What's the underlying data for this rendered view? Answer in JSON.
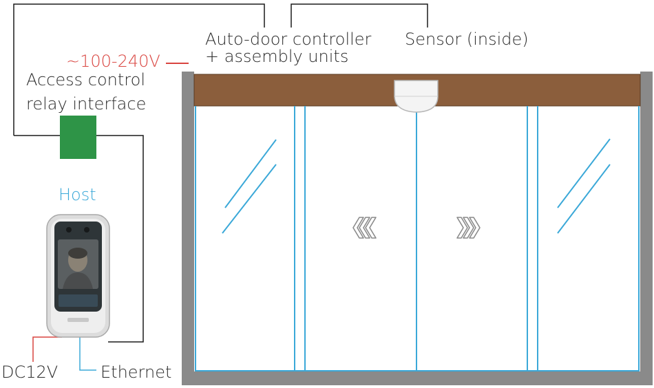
{
  "labels": {
    "auto_door_line1": "Auto-door controller",
    "auto_door_line2": "+ assembly units",
    "sensor": "Sensor (inside)",
    "voltage": "~100-240V",
    "access_line1": "Access control",
    "access_line2": "relay interface",
    "host": "Host",
    "dc": "DC12V",
    "ethernet": "Ethernet"
  },
  "colors": {
    "header_beam": "#8b5e3c",
    "frame": "#8a8a8a",
    "glass_line": "#3aa8d8",
    "relay_box": "#2e9447",
    "wire": "#1a1a1a",
    "power_wire": "#d9443f",
    "text": "#2b2b2b"
  },
  "icons": {
    "sensor": "ceiling-sensor-dome",
    "arrows_left": "double-chevron-left-icon",
    "arrows_right": "double-chevron-right-icon",
    "device": "face-recognition-terminal"
  }
}
